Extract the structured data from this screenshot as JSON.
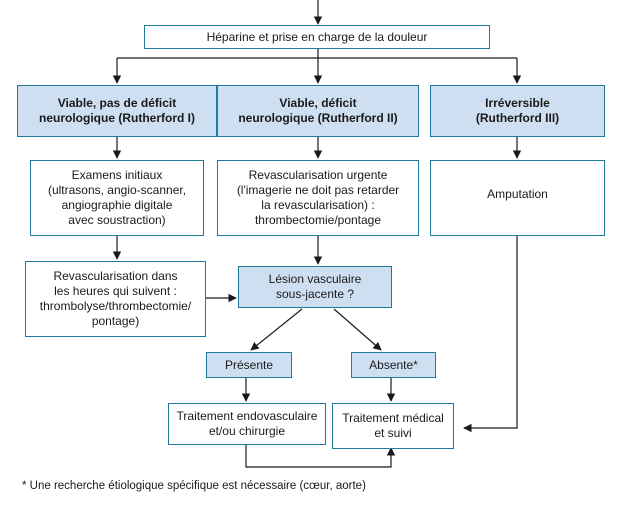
{
  "nodes": {
    "heparin": "Héparine et prise en charge de la douleur",
    "viable_no_deficit": "Viable, pas de déficit\nneurologique (Rutherford I)",
    "viable_deficit": "Viable, déficit\nneurologique (Rutherford II)",
    "irreversible": "Irréversible\n(Rutherford III)",
    "initial_exams": "Examens initiaux\n(ultrasons, angio-scanner,\nangiographie digitale\navec soustraction)",
    "urgent_revasc": "Revascularisation urgente\n(l'imagerie ne doit pas retarder\nla revascularisation) :\nthrombectomie/pontage",
    "amputation": "Amputation",
    "revasc_hours": "Revascularisation dans\nles heures qui suivent :\nthrombolyse/thrombectomie/\npontage)",
    "vascular_lesion": "Lésion vasculaire\nsous-jacente ?",
    "present": "Présente",
    "absent": "Absente*",
    "endovascular": "Traitement endovasculaire\net/ou chirurgie",
    "medical": "Traitement médical\net suivi"
  },
  "footnote": "* Une recherche étiologique spécifique est nécessaire (cœur, aorte)",
  "colors": {
    "border": "#1f7a9c",
    "fill_header": "#cfdff2",
    "line": "#1a1a1a"
  }
}
